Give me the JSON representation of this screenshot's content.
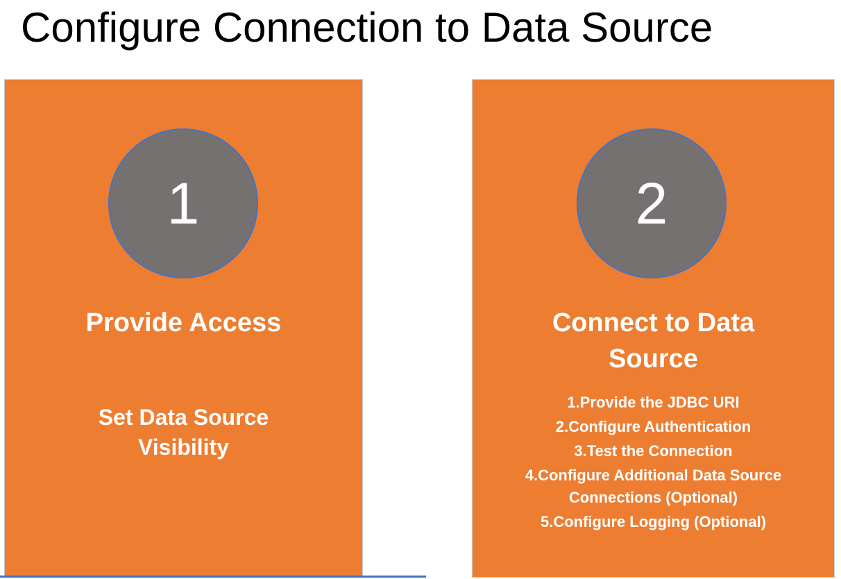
{
  "title": "Configure Connection to Data Source",
  "colors": {
    "card": "#ed7d31",
    "circle": "#767171",
    "circle_border": "#4472c4",
    "text_light": "#ffffff"
  },
  "steps": [
    {
      "number": "1",
      "title": "Provide Access",
      "subtitle": "Set Data Source Visibility"
    },
    {
      "number": "2",
      "title": "Connect to Data Source",
      "items": [
        "1.Provide the JDBC URI",
        "2.Configure Authentication",
        "3.Test the Connection",
        "4.Configure Additional Data Source Connections (Optional)",
        "5.Configure Logging (Optional)"
      ]
    }
  ]
}
